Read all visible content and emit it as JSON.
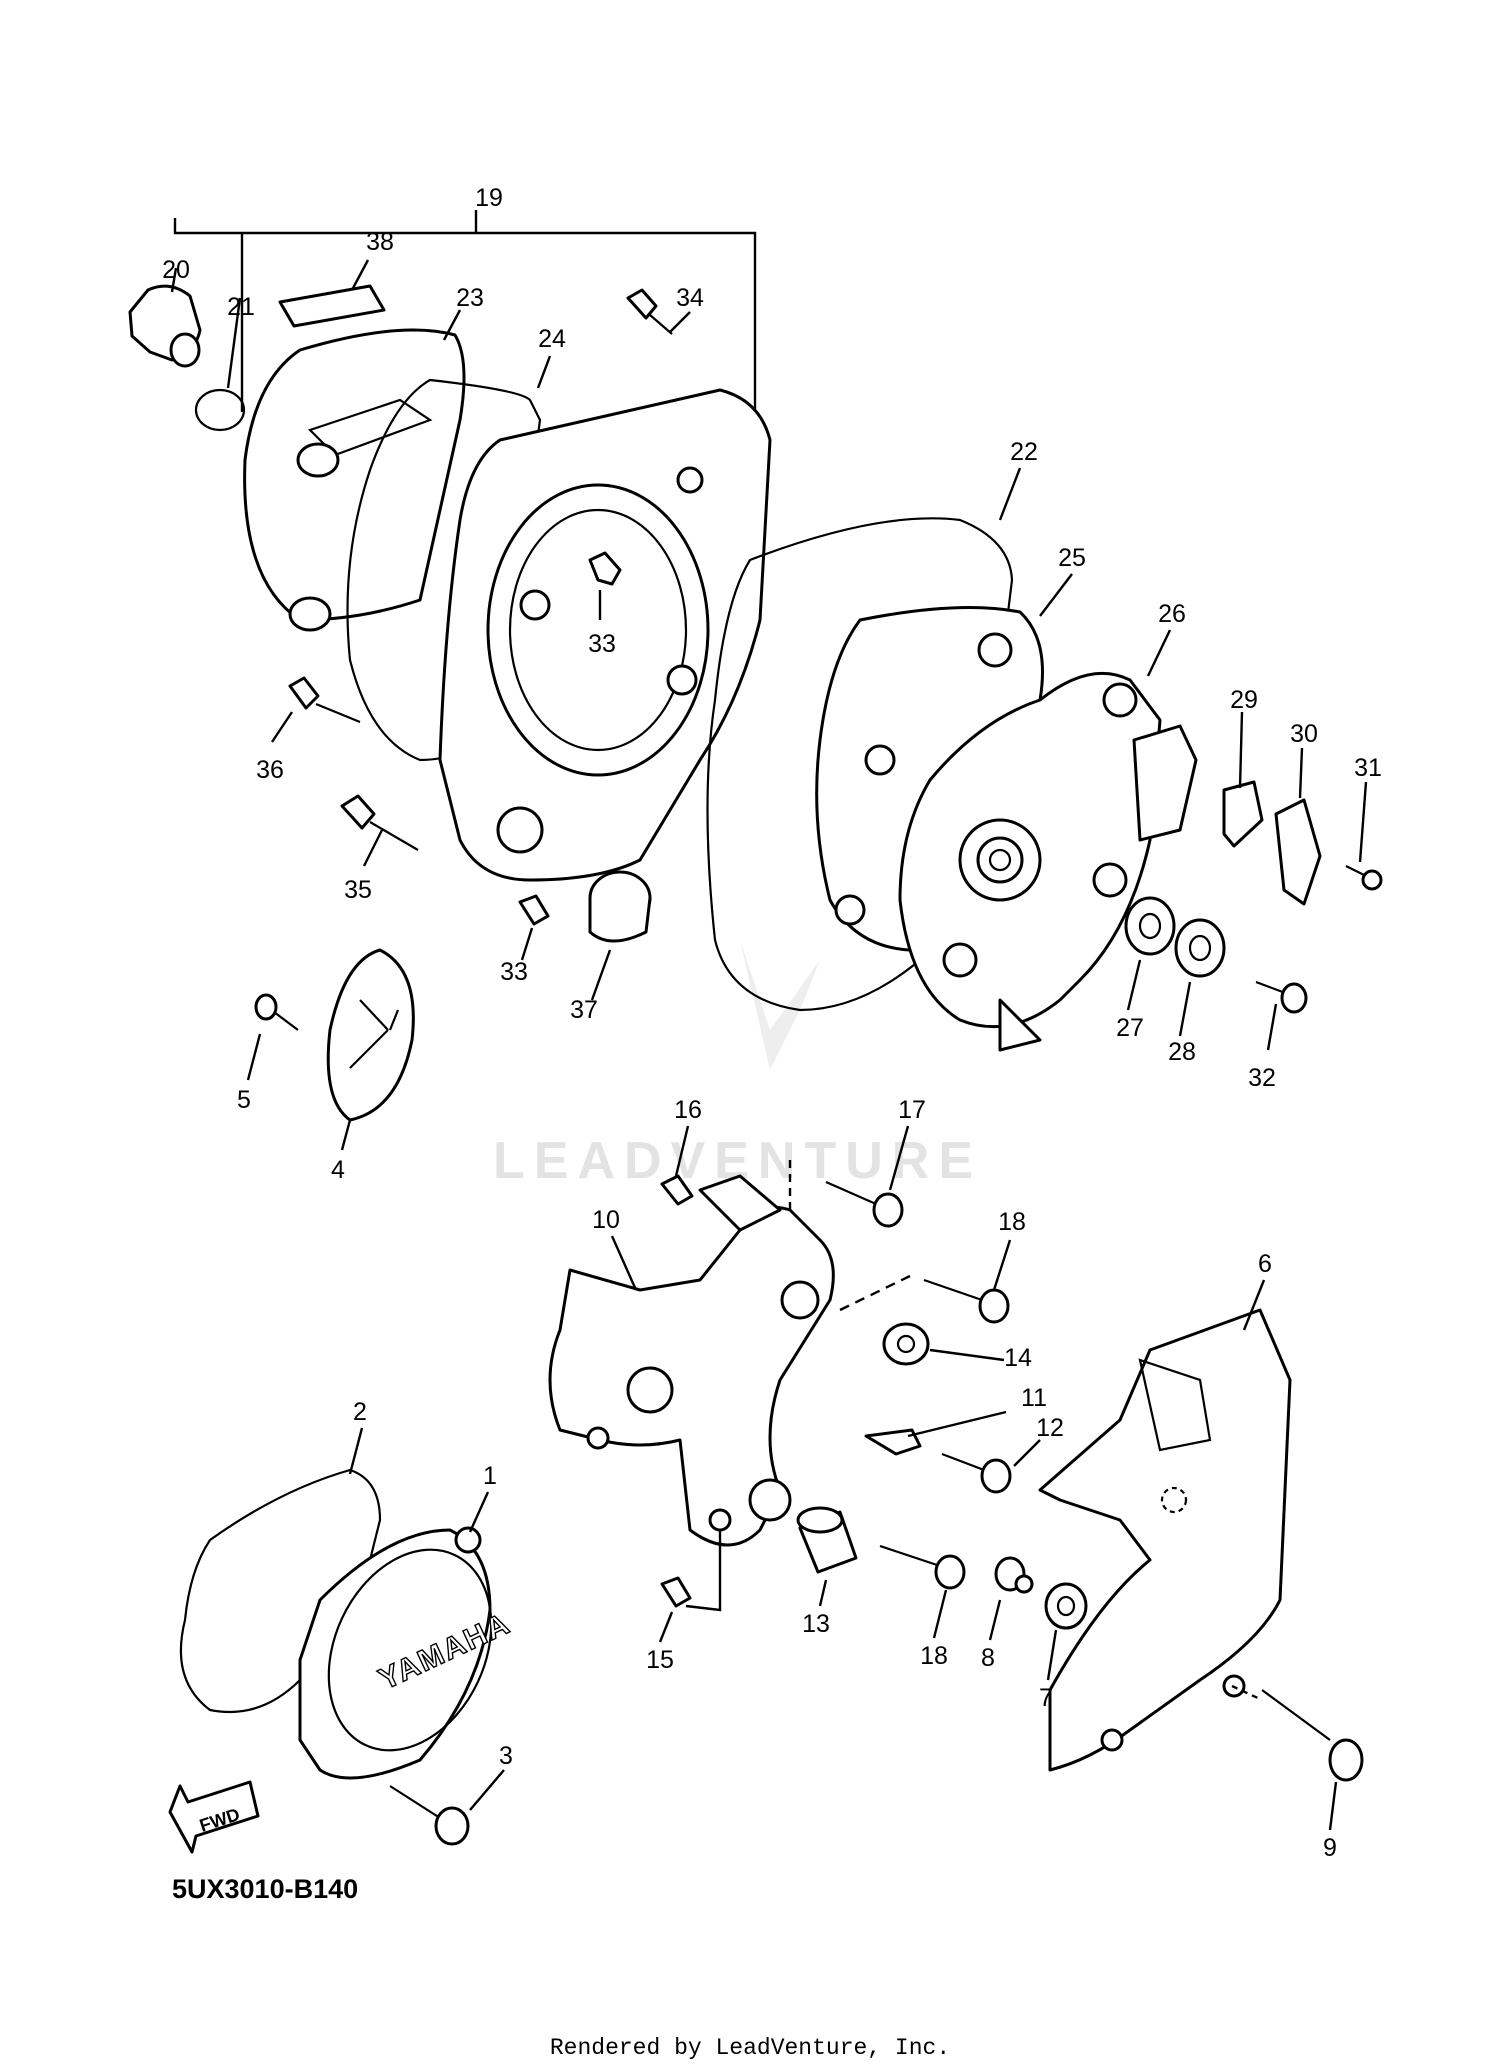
{
  "diagram_code": "5UX3010-B140",
  "credit": "Rendered by LeadVenture, Inc.",
  "watermark": "LEADVENTURE",
  "embossed_brand": "YAMAHA",
  "fwd_label": "FWD",
  "callouts": [
    {
      "id": "1",
      "label": "1"
    },
    {
      "id": "2",
      "label": "2"
    },
    {
      "id": "3",
      "label": "3"
    },
    {
      "id": "4",
      "label": "4"
    },
    {
      "id": "5",
      "label": "5"
    },
    {
      "id": "6",
      "label": "6"
    },
    {
      "id": "7",
      "label": "7"
    },
    {
      "id": "8",
      "label": "8"
    },
    {
      "id": "9",
      "label": "9"
    },
    {
      "id": "10",
      "label": "10"
    },
    {
      "id": "11",
      "label": "11"
    },
    {
      "id": "12",
      "label": "12"
    },
    {
      "id": "13",
      "label": "13"
    },
    {
      "id": "14",
      "label": "14"
    },
    {
      "id": "15",
      "label": "15"
    },
    {
      "id": "16",
      "label": "16"
    },
    {
      "id": "17",
      "label": "17"
    },
    {
      "id": "18a",
      "label": "18"
    },
    {
      "id": "18b",
      "label": "18"
    },
    {
      "id": "19",
      "label": "19"
    },
    {
      "id": "20",
      "label": "20"
    },
    {
      "id": "21",
      "label": "21"
    },
    {
      "id": "22",
      "label": "22"
    },
    {
      "id": "23",
      "label": "23"
    },
    {
      "id": "24",
      "label": "24"
    },
    {
      "id": "25",
      "label": "25"
    },
    {
      "id": "26",
      "label": "26"
    },
    {
      "id": "27",
      "label": "27"
    },
    {
      "id": "28",
      "label": "28"
    },
    {
      "id": "29",
      "label": "29"
    },
    {
      "id": "30",
      "label": "30"
    },
    {
      "id": "31",
      "label": "31"
    },
    {
      "id": "32",
      "label": "32"
    },
    {
      "id": "33a",
      "label": "33"
    },
    {
      "id": "33b",
      "label": "33"
    },
    {
      "id": "34",
      "label": "34"
    },
    {
      "id": "35",
      "label": "35"
    },
    {
      "id": "36",
      "label": "36"
    },
    {
      "id": "37",
      "label": "37"
    },
    {
      "id": "38",
      "label": "38"
    }
  ]
}
